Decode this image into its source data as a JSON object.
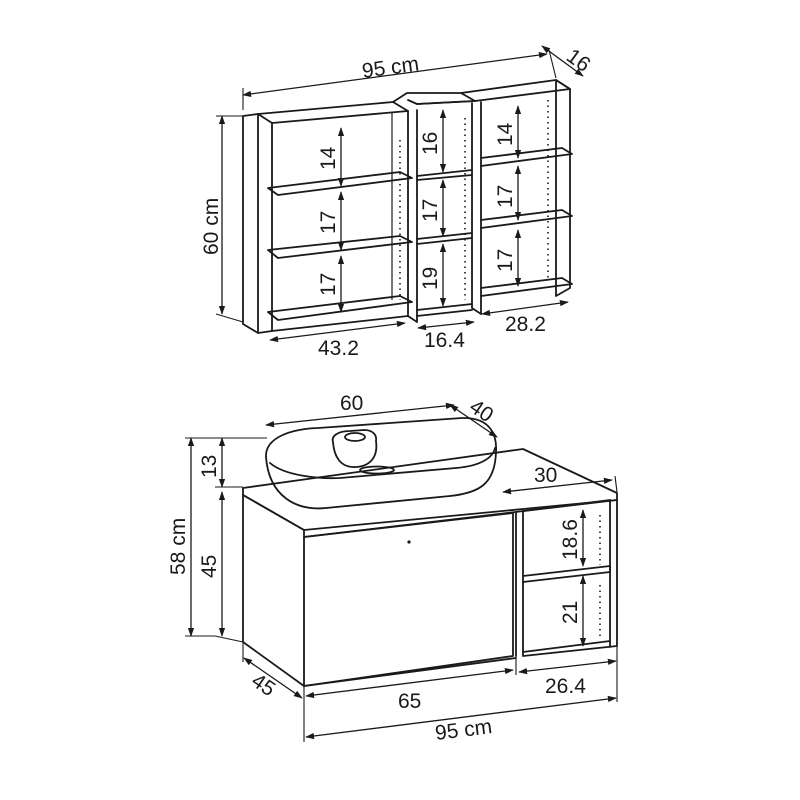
{
  "colors": {
    "line": "#1a1a1a",
    "background": "#ffffff"
  },
  "cabinet": {
    "total_width": "95 cm",
    "depth": "16",
    "height": "60 cm",
    "section_left_width": "43.2",
    "section_middle_width": "16.4",
    "section_right_width": "28.2",
    "left_shelves": [
      "14",
      "17",
      "17"
    ],
    "middle_shelves": [
      "16",
      "17",
      "19"
    ],
    "right_shelves": [
      "14",
      "17",
      "17"
    ]
  },
  "vanity": {
    "sink_width": "60",
    "sink_depth": "40",
    "sink_height": "13",
    "total_height": "58 cm",
    "body_height": "45",
    "open_shelf_depth": "30",
    "upper_shelf": "18.6",
    "lower_shelf": "21",
    "depth": "45",
    "drawer_width": "65",
    "shelf_width": "26.4",
    "total_width": "95 cm"
  }
}
